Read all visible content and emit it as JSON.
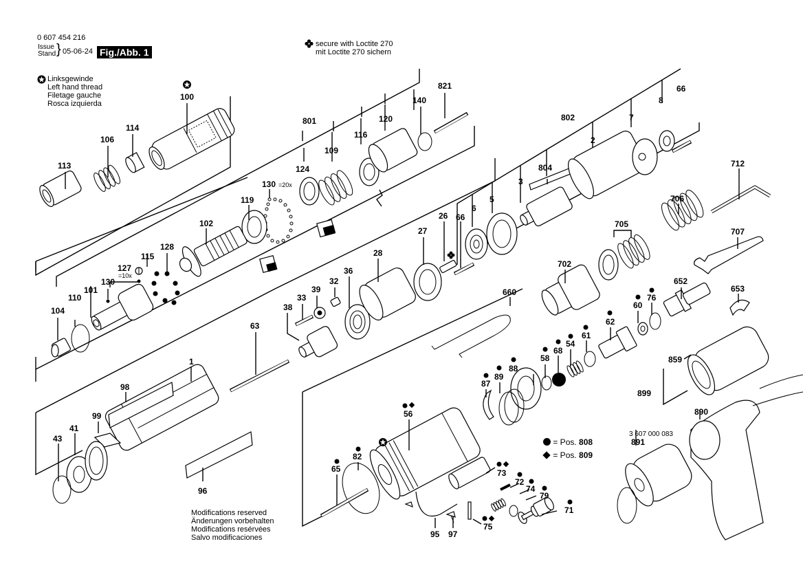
{
  "header": {
    "part_number": "0 607 454 216",
    "issue_label_en": "Issue",
    "issue_label_de": "Stand",
    "issue_date": "05-06-24",
    "figure_label": "Fig./Abb. 1"
  },
  "legends": {
    "left_hand_thread": {
      "icon": "star-circle-icon",
      "lines": [
        "Linksgewinde",
        "Left hand thread",
        "Filetage gauche",
        "Rosca izquierda"
      ]
    },
    "loctite": {
      "icon": "four-leaf-clover-icon",
      "lines": [
        "secure with Loctite 270",
        "mit Loctite 270 sichern"
      ]
    },
    "positions": [
      {
        "symbol": "filled-circle-icon",
        "text": "= Pos.",
        "value": "808"
      },
      {
        "symbol": "filled-diamond-icon",
        "text": "= Pos.",
        "value": "809"
      }
    ],
    "modifications": [
      "Modifications reserved",
      "Änderungen vorbehalten",
      "Modifications resérvées",
      "Salvo modificaciones"
    ]
  },
  "labels": {
    "p100": "100",
    "p113": "113",
    "p106": "106",
    "p114": "114",
    "p801": "801",
    "p124": "124",
    "p109": "109",
    "p116": "116",
    "p120": "120",
    "p140": "140",
    "p821": "821",
    "p130a": "130",
    "p130a_qty": "=20x",
    "p119": "119",
    "p102": "102",
    "p128": "128",
    "p115": "115",
    "p127": "127",
    "p127_qty": "=10x",
    "p130b": "130",
    "p101": "101",
    "p110": "110",
    "p104": "104",
    "p802": "802",
    "p804": "804",
    "p3": "3",
    "p2": "2",
    "p7": "7",
    "p8": "8",
    "p66a": "66",
    "p6": "6",
    "p5": "5",
    "p66b": "66",
    "p26": "26",
    "p27": "27",
    "p28": "28",
    "p36": "36",
    "p32": "32",
    "p39": "39",
    "p33": "33",
    "p38": "38",
    "p712": "712",
    "p706": "706",
    "p705": "705",
    "p707": "707",
    "p702": "702",
    "p652": "652",
    "p653": "653",
    "p76": "76",
    "p60": "60",
    "p62": "62",
    "p61": "61",
    "p54": "54",
    "p68": "68",
    "p58": "58",
    "p660": "660",
    "p88": "88",
    "p89": "89",
    "p87": "87",
    "p859": "859",
    "p899": "899",
    "p890": "890",
    "p891": "891",
    "p891_no": "3 607 000 083",
    "p63": "63",
    "p1": "1",
    "p98": "98",
    "p99": "99",
    "p41": "41",
    "p43": "43",
    "p96": "96",
    "p56": "56",
    "p82": "82",
    "p65": "65",
    "p73": "73",
    "p72": "72",
    "p74": "74",
    "p79": "79",
    "p71": "71",
    "p75": "75",
    "p95": "95",
    "p97": "97"
  }
}
